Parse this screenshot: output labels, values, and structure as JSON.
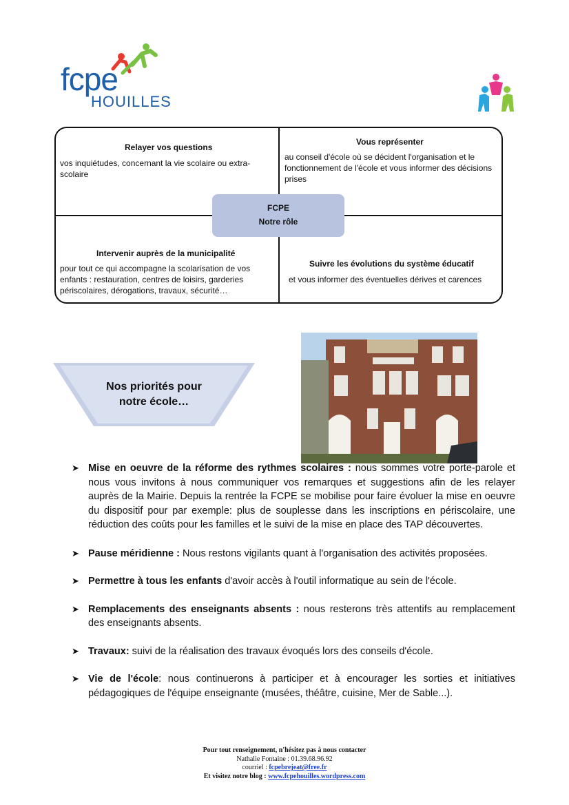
{
  "logo": {
    "brand": "fcpe",
    "city": "HOUILLES"
  },
  "icons": {
    "logo_people": "fcpe-people-logo-icon",
    "kids": "children-family-icon"
  },
  "roles": {
    "center_title": "FCPE",
    "center_subtitle": "Notre rôle",
    "top_left": {
      "title": "Relayer vos questions",
      "text": "vos inquiétudes, concernant la vie scolaire ou extra-scolaire"
    },
    "top_right": {
      "title": "Vous représenter",
      "text": "au conseil d'école où se décident l'organisation et le fonctionnement de l'école et vous informer des décisions prises"
    },
    "bottom_left": {
      "title": "Intervenir auprès de la municipalité",
      "text": "pour tout ce qui accompagne la scolarisation de vos enfants : restauration, centres de loisirs, garderies périscolaires, dérogations, travaux, sécurité…"
    },
    "bottom_right": {
      "title": "Suivre les évolutions du système éducatif",
      "text": "et vous informer des éventuelles dérives et carences"
    }
  },
  "banner": {
    "line1": "Nos priorités pour",
    "line2": "notre école…"
  },
  "priorities": [
    {
      "bold": "Mise en oeuvre de la réforme des rythmes scolaires :",
      "text": " nous sommes votre porte-parole et nous vous invitons à nous communiquer vos remarques et suggestions afin de les relayer auprès de la Mairie. Depuis la rentrée la FCPE se mobilise pour faire évoluer la mise en oeuvre du dispositif pour par exemple: plus de souplesse dans les inscriptions en périscolaire, une réduction des coûts pour les familles et le suivi de la mise en place des TAP découvertes."
    },
    {
      "bold": "Pause méridienne :",
      "text": " Nous restons vigilants quant à l'organisation des activités proposées."
    },
    {
      "bold": "Permettre à tous les enfants",
      "text": " d'avoir accès à l'outil informatique au sein de l'école."
    },
    {
      "bold": "Remplacements des enseignants absents :",
      "text": " nous resterons très attentifs au remplacement des enseignants absents."
    },
    {
      "bold": "Travaux:",
      "text": " suivi de la réalisation des travaux évoqués lors des conseils d'école."
    },
    {
      "bold": "Vie de l'école",
      "text": ": nous continuerons à participer et à encourager les sorties et initiatives pédagogiques de l'équipe enseignante (musées, théâtre, cuisine, Mer de Sable...)."
    }
  ],
  "footer": {
    "line1": "Pour tout renseignement, n'hésitez pas à nous contacter",
    "line2": "Nathalie Fontaine : 01.39.68.96.92",
    "email_label": "courriel : ",
    "email": "fcpebrejeat@free.fr",
    "blog_label": "Et visitez notre blog : ",
    "blog": "www.fcpehouilles.wordpress.com"
  }
}
